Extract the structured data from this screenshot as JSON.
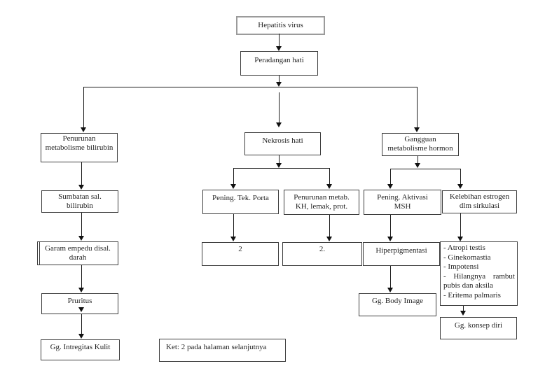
{
  "flowchart": {
    "nodes": {
      "hepatitis_virus": "Hepatitis virus",
      "peradangan_hati": "Peradangan hati",
      "penurunan_metabolisme_bilirubin": "Penurunan metabolisme bilirubin",
      "sumbatan_sal_bilirubin": "Sumbatan sal. bilirubin",
      "garam_empedu": "Garam empedu disal. darah",
      "pruritus": "Pruritus",
      "gg_intregitas_kulit": "Gg. Intregitas Kulit",
      "nekrosis_hati": "Nekrosis hati",
      "pening_tek_porta": "Pening. Tek. Porta",
      "penurunan_metab_kh": "Penurunan metab. KH, lemak, prot.",
      "ref_2a": "2",
      "ref_2b": "2.",
      "gangguan_metabolisme_hormon": "Gangguan metabolisme hormon",
      "pening_aktivasi_msh": "Pening. Aktivasi MSH",
      "kelebihan_estrogen": "Kelebihan estrogen dlm sirkulasi",
      "hiperpigmentasi": "Hiperpigmentasi",
      "estrogen_effects": {
        "lines": [
          "- Atropi testis",
          "- Ginekomastia",
          "- Impotensi",
          "- Hilangnya rambut pubis dan aksila",
          "- Eritema palmaris"
        ]
      },
      "gg_body_image": "Gg. Body Image",
      "gg_konsep_diri": "Gg. konsep diri",
      "note": "Ket: 2 pada halaman selanjutnya"
    },
    "edges": [
      [
        "hepatitis_virus",
        "peradangan_hati"
      ],
      [
        "peradangan_hati",
        "penurunan_metabolisme_bilirubin"
      ],
      [
        "peradangan_hati",
        "nekrosis_hati"
      ],
      [
        "peradangan_hati",
        "gangguan_metabolisme_hormon"
      ],
      [
        "penurunan_metabolisme_bilirubin",
        "sumbatan_sal_bilirubin"
      ],
      [
        "sumbatan_sal_bilirubin",
        "garam_empedu"
      ],
      [
        "garam_empedu",
        "pruritus"
      ],
      [
        "pruritus",
        "gg_intregitas_kulit"
      ],
      [
        "nekrosis_hati",
        "pening_tek_porta"
      ],
      [
        "nekrosis_hati",
        "penurunan_metab_kh"
      ],
      [
        "pening_tek_porta",
        "ref_2a"
      ],
      [
        "penurunan_metab_kh",
        "ref_2b"
      ],
      [
        "gangguan_metabolisme_hormon",
        "pening_aktivasi_msh"
      ],
      [
        "gangguan_metabolisme_hormon",
        "kelebihan_estrogen"
      ],
      [
        "pening_aktivasi_msh",
        "hiperpigmentasi"
      ],
      [
        "kelebihan_estrogen",
        "estrogen_effects"
      ],
      [
        "hiperpigmentasi",
        "gg_body_image"
      ],
      [
        "estrogen_effects",
        "gg_konsep_diri"
      ]
    ],
    "colors": {
      "box_border": "#3d3d3d",
      "light_border": "#9b9b9b",
      "line": "#1c1c1c"
    }
  }
}
